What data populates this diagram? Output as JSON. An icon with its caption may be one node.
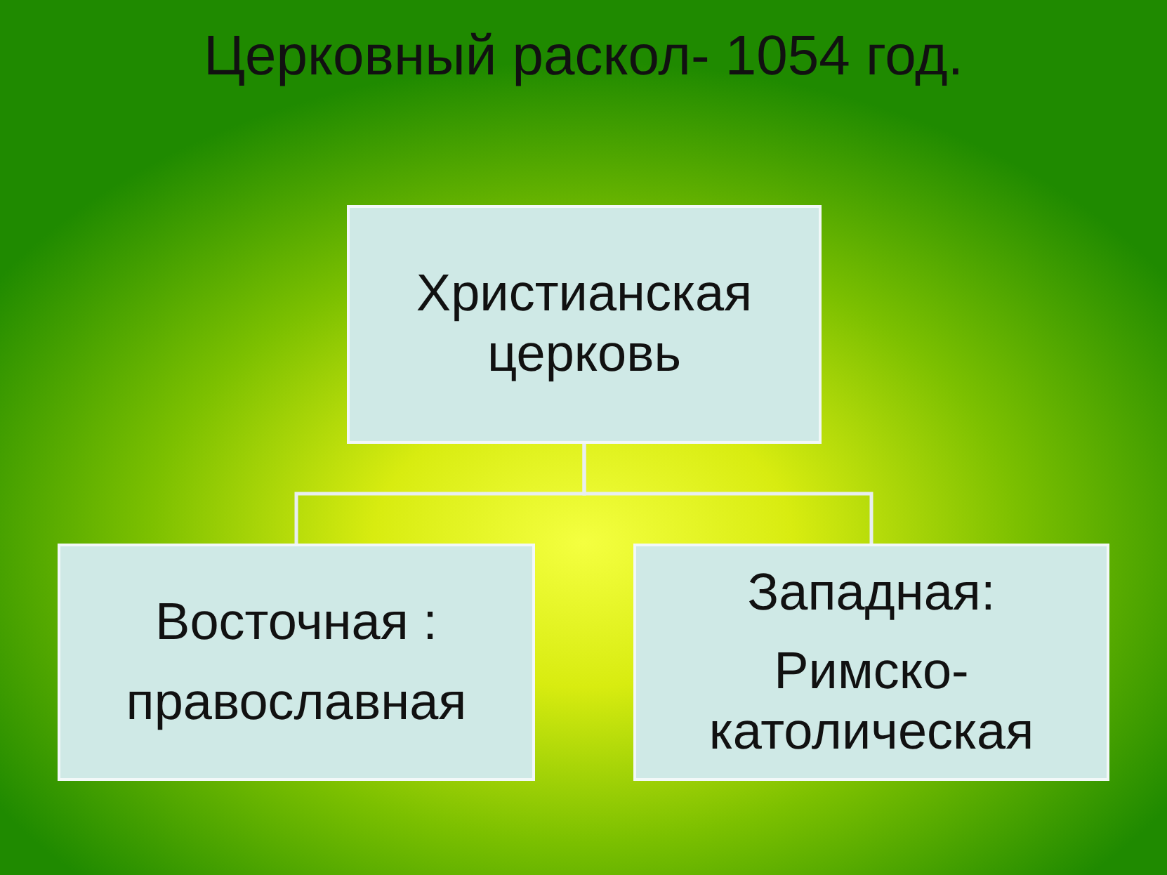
{
  "diagram": {
    "title": "Церковный раскол- 1054 год.",
    "nodes": [
      {
        "text": [
          "Христианская церковь"
        ]
      },
      {
        "text": [
          "Восточная :",
          "православная"
        ]
      },
      {
        "text": [
          "Западная:",
          "Римско-католическая"
        ]
      }
    ],
    "edges": [
      {
        "from": 0,
        "to": 1,
        "arrow": "none"
      },
      {
        "from": 0,
        "to": 2,
        "arrow": "none"
      }
    ]
  }
}
